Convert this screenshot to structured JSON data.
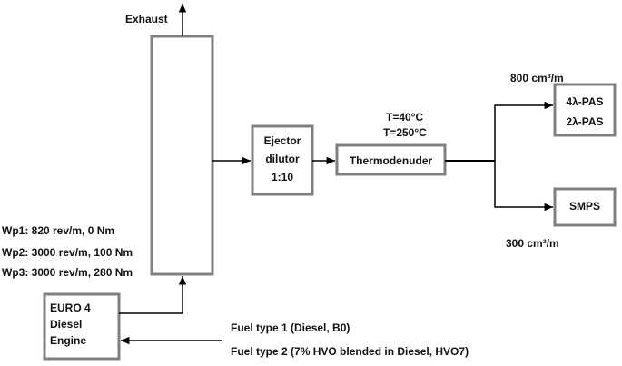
{
  "labels": {
    "exhaust": "Exhaust",
    "ejector_line1": "Ejector",
    "ejector_line2": "dilutor",
    "ejector_line3": "1:10",
    "temp1": "T=40°C",
    "temp2": "T=250°C",
    "thermodenuder": "Thermodenuder",
    "flow_top": "800 cm³/m",
    "flow_bottom": "300 cm³/m",
    "pas_line1": "4λ-PAS",
    "pas_line2": "2λ-PAS",
    "smps": "SMPS",
    "wp1": "Wp1: 820 rev/m, 0 Nm",
    "wp2": "Wp2: 3000 rev/m, 100 Nm",
    "wp3": "Wp3: 3000 rev/m, 280 Nm",
    "engine_line1": "EURO 4",
    "engine_line2": "Diesel",
    "engine_line3": "Engine",
    "fuel1": "Fuel type 1 (Diesel, B0)",
    "fuel2": "Fuel type 2 (7% HVO blended in Diesel, HVO7)"
  },
  "colors": {
    "box_border": "#7f7f7f",
    "line": "#000000",
    "text": "#111111"
  }
}
